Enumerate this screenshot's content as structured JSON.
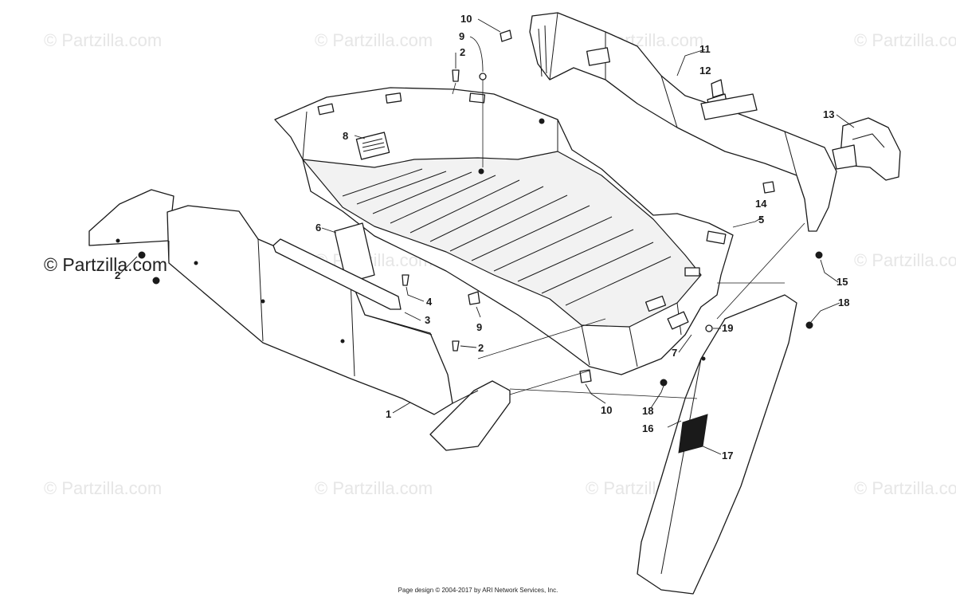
{
  "watermark": {
    "text": "© Partzilla.com",
    "color": "#e6e6e6",
    "dark_color": "#222222"
  },
  "callouts": [
    "10",
    "9",
    "2",
    "8",
    "11",
    "12",
    "13",
    "14",
    "5",
    "6",
    "4",
    "3",
    "9",
    "2",
    "7",
    "15",
    "18",
    "19",
    "10",
    "18",
    "16",
    "17",
    "1",
    "2"
  ],
  "footer": "Page design © 2004-2017 by ARI Network Services, Inc."
}
